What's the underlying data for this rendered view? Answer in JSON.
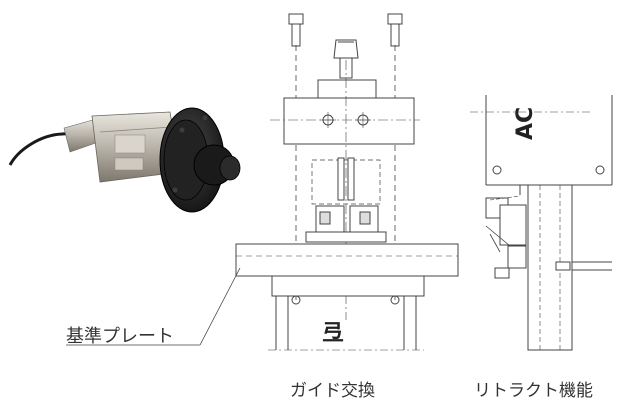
{
  "labels": {
    "reference_plate": "基準プレート",
    "guide_exchange": "ガイド交換",
    "retract_function": "リトラクト機能"
  },
  "drawing_marks": {
    "side_view_mark": "AC",
    "center_mark": "弖"
  },
  "colors": {
    "line": "#444444",
    "text": "#333333",
    "body_dark": "#1c1c1c",
    "metal": "#b9b4aa"
  },
  "icons": [
    "cable-icon",
    "sensor-unit-icon",
    "flange-icon"
  ]
}
